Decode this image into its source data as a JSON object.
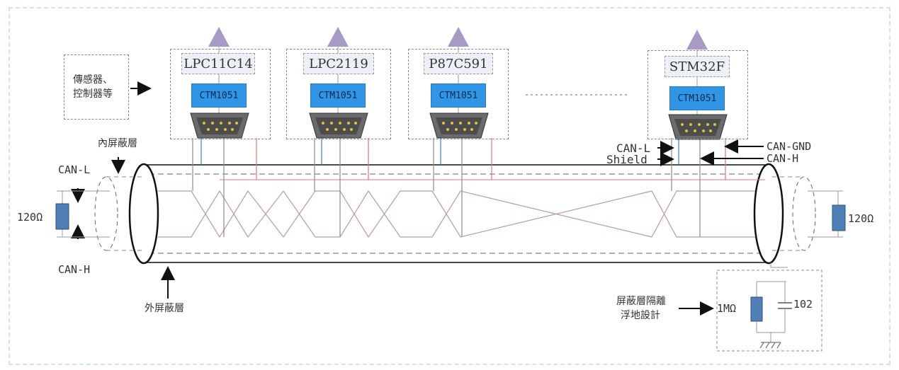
{
  "nodes": [
    {
      "chip": "LPC11C14",
      "transceiver": "CTM1051"
    },
    {
      "chip": "LPC2119",
      "transceiver": "CTM1051"
    },
    {
      "chip": "P87C591",
      "transceiver": "CTM1051"
    },
    {
      "chip": "STM32F",
      "transceiver": "CTM1051"
    }
  ],
  "labels": {
    "sensor_line1": "傳感器、",
    "sensor_line2": "控制器等",
    "inner_shield": "內屏蔽層",
    "outer_shield": "外屏蔽層",
    "can_l": "CAN-L",
    "can_h": "CAN-H",
    "can_l_right": "CAN-L",
    "shield": "Shield",
    "can_gnd": "CAN-GND",
    "can_h_right": "CAN-H",
    "term_left": "120Ω",
    "term_right": "120Ω",
    "isolation_line1": "屏蔽層隔離",
    "isolation_line2": "浮地設計",
    "resistor": "1MΩ",
    "capacitor": "102"
  },
  "colors": {
    "antenna": "#a79bc6",
    "transceiver": "#2f95e4",
    "resistor": "#4f7fb6",
    "red_wire": "#d77a7a",
    "blue_wire": "#3d7fc4"
  }
}
